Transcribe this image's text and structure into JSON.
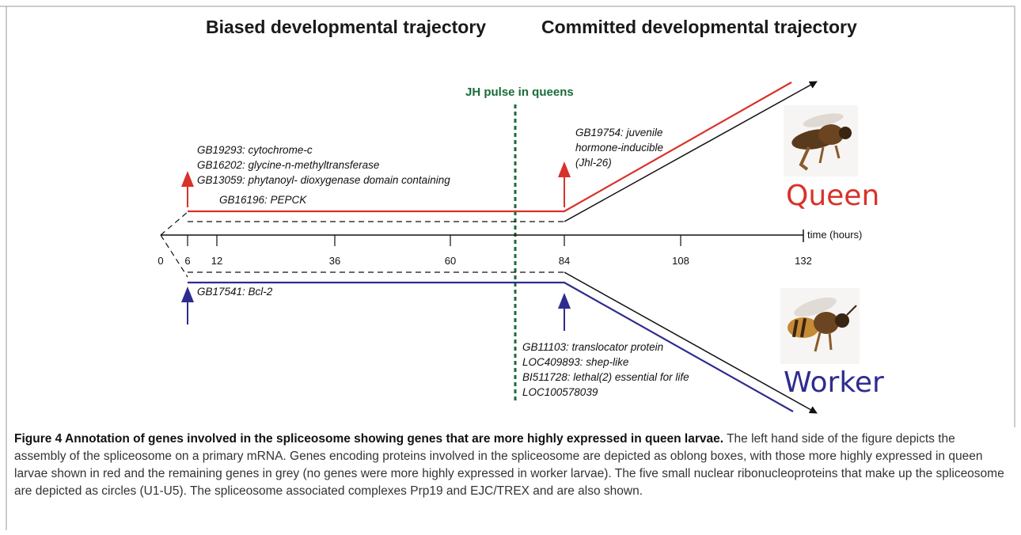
{
  "headings": {
    "biased": "Biased developmental trajectory",
    "committed": "Committed developmental trajectory"
  },
  "jh_pulse": "JH pulse in queens",
  "axis": {
    "ticks": [
      "0",
      "6",
      "12",
      "36",
      "60",
      "84",
      "108",
      "132"
    ],
    "label": "time (hours)"
  },
  "queen": {
    "label": "Queen",
    "early_genes": [
      "GB19293: cytochrome-c",
      "GB16202: glycine-n-methyltransferase",
      "GB13059: phytanoyl- dioxygenase domain containing",
      "GB16196: PEPCK"
    ],
    "late_genes": [
      "GB19754: juvenile",
      "hormone-inducible",
      "(Jhl-26)"
    ]
  },
  "worker": {
    "label": "Worker",
    "early_genes": [
      "GB17541: Bcl-2"
    ],
    "late_genes": [
      "GB11103: translocator protein",
      "LOC409893:  shep-like",
      "BI511728: lethal(2) essential for life",
      "LOC100578039"
    ]
  },
  "caption": {
    "title": "Figure 4 Annotation of genes involved in the spliceosome showing genes that are more highly expressed in queen larvae.",
    "body": " The left hand side of the figure depicts the assembly of the spliceosome on a primary mRNA. Genes encoding proteins involved in the spliceosome are depicted as oblong boxes, with those more highly expressed in queen larvae shown in red and the remaining genes in grey (no genes were more highly expressed in worker larvae). The five small nuclear ribonucleoproteins that make up the spliceosome are depicted as circles (U1-U5). The spliceosome associated complexes Prp19 and EJC/TREX and are also shown."
  },
  "colors": {
    "queen": "#d8322b",
    "worker": "#2e2c8f",
    "jh": "#1a6b3a",
    "axis": "#111111"
  }
}
